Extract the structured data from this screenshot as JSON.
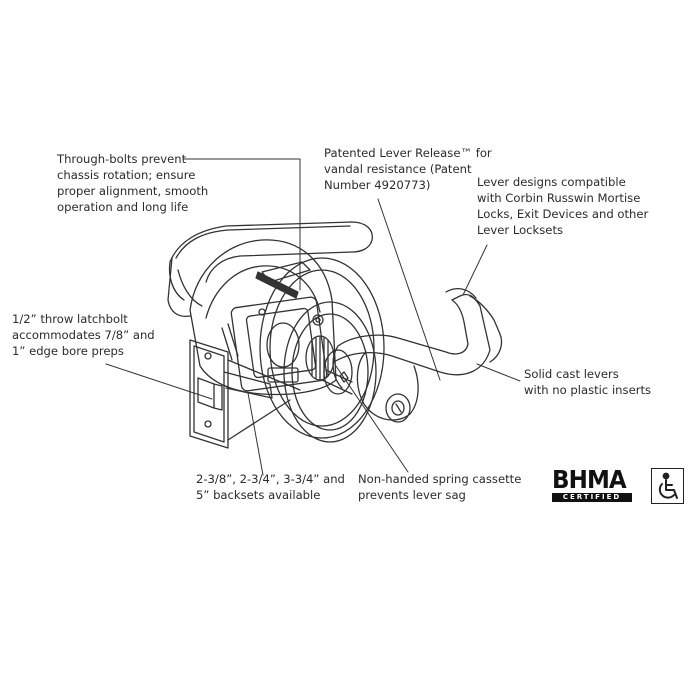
{
  "callouts": {
    "through_bolts": [
      "Through-bolts prevent",
      "chassis rotation; ensure",
      "proper alignment, smooth",
      "operation and long life"
    ],
    "lever_release": [
      "Patented Lever Release™ for",
      "vandal resistance (Patent",
      "Number 4920773)"
    ],
    "lever_designs": [
      "Lever designs compatible",
      "with Corbin Russwin Mortise",
      "Locks, Exit Devices and other",
      "Lever Locksets"
    ],
    "latchbolt": [
      "1/2” throw latchbolt",
      "accommodates 7/8” and",
      "1” edge bore preps"
    ],
    "solid_cast": [
      "Solid cast levers",
      "with no plastic inserts"
    ],
    "backsets": [
      "2-3/8”, 2-3/4”, 3-3/4” and",
      "5” backsets available"
    ],
    "spring_cassette": [
      "Non-handed spring cassette",
      "prevents lever sag"
    ]
  },
  "badges": {
    "bhma_word": "BHMA",
    "bhma_sub": "CERTIFIED",
    "ada_icon": "wheelchair-accessibility-icon"
  },
  "colors": {
    "ink": "#2b2b2b",
    "badge": "#111111"
  }
}
